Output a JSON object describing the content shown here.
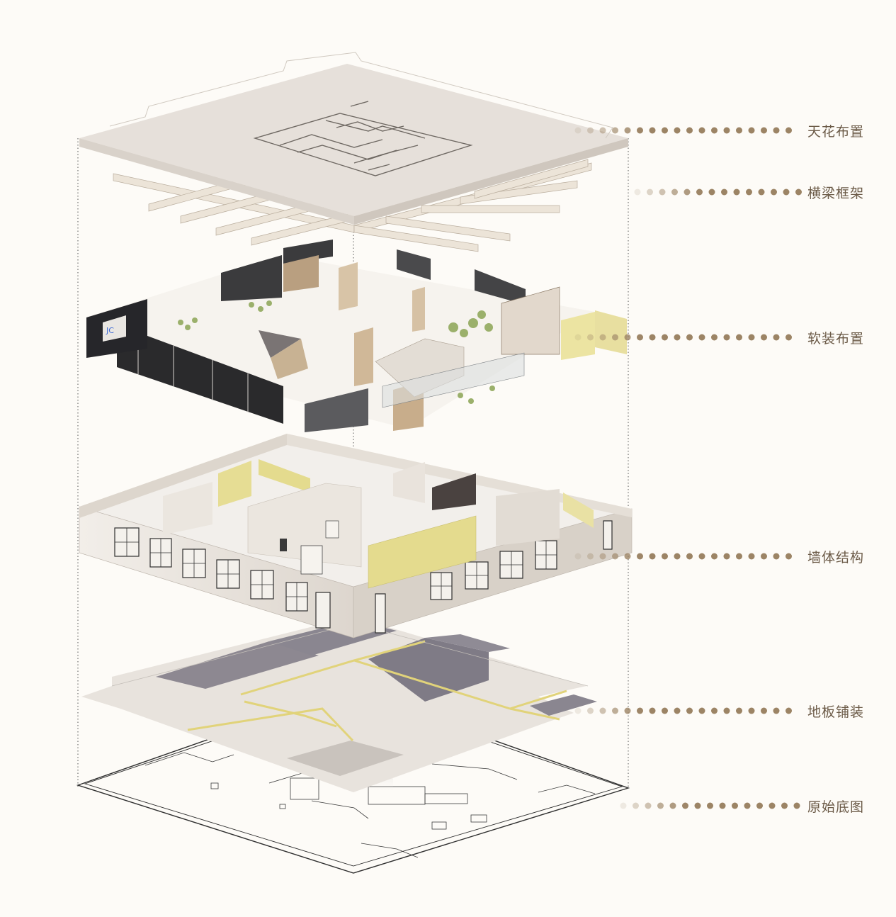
{
  "colors": {
    "accent": "#9c8465",
    "label_text": "#6b5a47",
    "background": "#fdfbf7",
    "slab": "#e6e0da",
    "slab_edge": "#d2cbc3",
    "wall": "#ece7e1",
    "yellow_wall": "#e4db8e",
    "dark_floor": "#8a8690",
    "guide_line": "#e2d47a",
    "floorplan_line": "#3a3a3a"
  },
  "layers": [
    {
      "id": "ceiling",
      "label": "天花布置"
    },
    {
      "id": "beams",
      "label": "横梁框架"
    },
    {
      "id": "furniture",
      "label": "软装布置"
    },
    {
      "id": "walls",
      "label": "墙体结构"
    },
    {
      "id": "floor",
      "label": "地板铺装"
    },
    {
      "id": "plan",
      "label": "原始底图"
    }
  ]
}
